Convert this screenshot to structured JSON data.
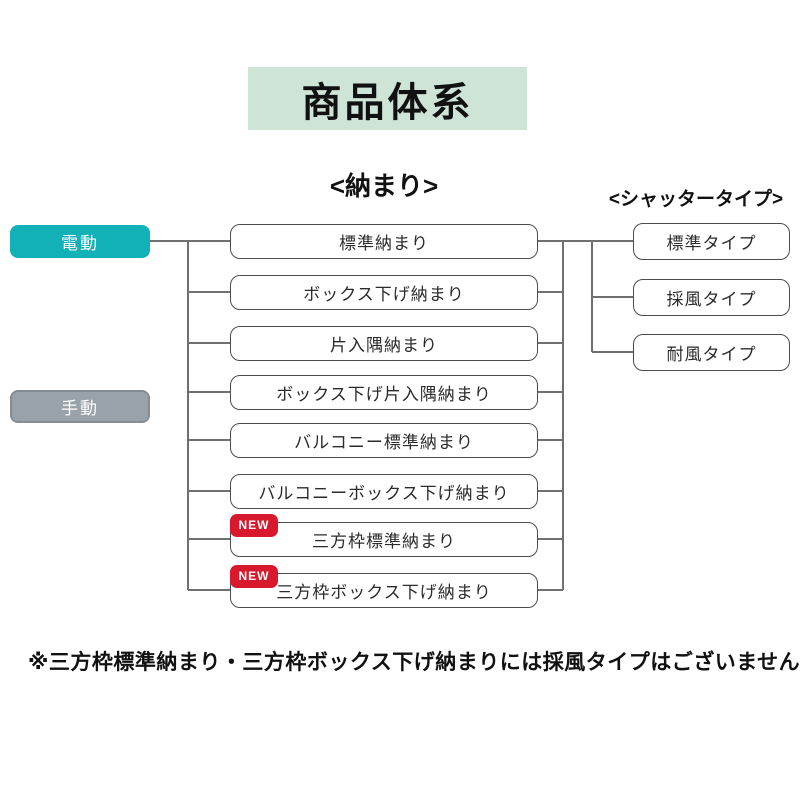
{
  "title": "商品体系",
  "headers": {
    "osamari": "<納まり>",
    "shutter": "<シャッタータイプ>"
  },
  "drive_types": [
    {
      "label": "電動",
      "color": "#12b1b7"
    },
    {
      "label": "手動",
      "color": "#99a1a9"
    }
  ],
  "osamari_items": [
    {
      "label": "標準納まり",
      "is_new": false
    },
    {
      "label": "ボックス下げ納まり",
      "is_new": false
    },
    {
      "label": "片入隅納まり",
      "is_new": false
    },
    {
      "label": "ボックス下げ片入隅納まり",
      "is_new": false
    },
    {
      "label": "バルコニー標準納まり",
      "is_new": false
    },
    {
      "label": "バルコニーボックス下げ納まり",
      "is_new": false
    },
    {
      "label": "三方枠標準納まり",
      "is_new": true
    },
    {
      "label": "三方枠ボックス下げ納まり",
      "is_new": true
    }
  ],
  "shutter_types": [
    "標準タイプ",
    "採風タイプ",
    "耐風タイプ"
  ],
  "badge_label": "NEW",
  "footnote": "※三方枠標準納まり・三方枠ボックス下げ納まりには採風タイプはございません。",
  "colors": {
    "title_bg": "#cde4d6",
    "electric_box": "#12b1b7",
    "manual_box": "#99a1a9",
    "badge_bg": "#d7182d",
    "box_border": "#4d4d4d",
    "line": "#707070"
  }
}
